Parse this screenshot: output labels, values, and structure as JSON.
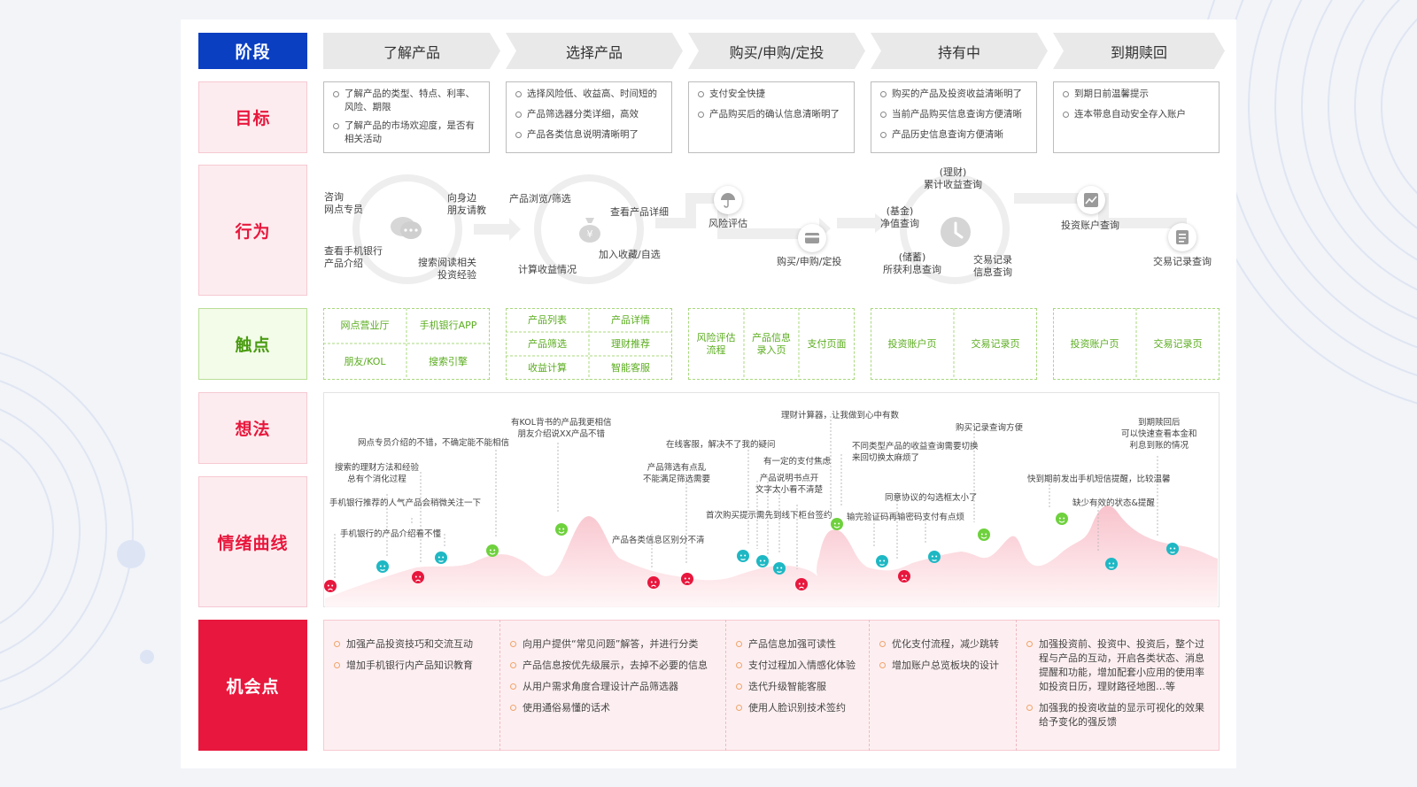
{
  "labels": {
    "stage": "阶段",
    "goal": "目标",
    "behavior": "行为",
    "touch": "触点",
    "thought": "想法",
    "emotion": "情绪曲线",
    "opportunity": "机会点"
  },
  "stages": [
    "了解产品",
    "选择产品",
    "购买/申购/定投",
    "持有中",
    "到期赎回"
  ],
  "goals": [
    [
      "了解产品的类型、特点、利率、风险、期限",
      "了解产品的市场欢迎度，是否有相关活动"
    ],
    [
      "选择风险低、收益高、时间短的",
      "产品筛选器分类详细，高效",
      "产品各类信息说明清晰明了"
    ],
    [
      "支付安全快捷",
      "产品购买后的确认信息清晰明了"
    ],
    [
      "购买的产品及投资收益清晰明了",
      "当前产品购买信息查询方便清晰",
      "产品历史信息查询方便清晰"
    ],
    [
      "到期日前温馨提示",
      "连本带息自动安全存入账户"
    ]
  ],
  "behaviors": {
    "b1": "咨询\n网点专员",
    "b2": "向身边\n朋友请教",
    "b3": "查看手机银行\n产品介绍",
    "b4": "搜索阅读相关\n投资经验",
    "b5": "产品浏览/筛选",
    "b6": "查看产品详细",
    "b7": "加入收藏/自选",
    "b8": "计算收益情况",
    "b9": "风险评估",
    "b10": "购买/申购/定投",
    "b11": "(理财)\n累计收益查询",
    "b12": "(基金)\n净值查询",
    "b13": "(储蓄)\n所获利息查询",
    "b14": "交易记录\n信息查询",
    "b15": "投资账户查询",
    "b16": "交易记录查询"
  },
  "touchpoints": {
    "t1": "网点营业厅",
    "t2": "手机银行APP",
    "t3": "朋友/KOL",
    "t4": "搜索引擎",
    "t5": "产品列表",
    "t6": "产品详情",
    "t7": "产品筛选",
    "t8": "理财推荐",
    "t9": "收益计算",
    "t10": "智能客服",
    "t11": "风险评估\n流程",
    "t12": "产品信息\n录入页",
    "t13": "支付页面",
    "t14": "投资账户页",
    "t15": "交易记录页",
    "t16": "投资账户页",
    "t17": "交易记录页"
  },
  "thoughts": {
    "h1": "网点专员介绍的不错，不确定能不能相信",
    "h2": "搜索的理财方法和经验\n总有个消化过程",
    "h3": "手机银行推荐的人气产品会稍微关注一下",
    "h4": "手机银行的产品介绍看不懂",
    "h5": "有KOL背书的产品我更相信\n朋友介绍说XX产品不错",
    "h6": "产品各类信息区别分不清",
    "h7": "产品筛选有点乱\n不能满足筛选需要",
    "h8": "在线客服，解决不了我的疑问",
    "h9": "有一定的支付焦虑",
    "h10": "产品说明书点开\n文字太小看不清楚",
    "h11": "首次购买提示需先到线下柜台签约",
    "h12": "理财计算器，让我做到心中有数",
    "h13": "不同类型产品的收益查询需要切换\n来回切换太麻烦了",
    "h14": "同意协议的勾选框太小了",
    "h15": "输完验证码再输密码支付有点烦",
    "h16": "购买记录查询方便",
    "h17": "到期赎回后\n可以快速查看本金和\n利息到账的情况",
    "h18": "快到期前发出手机短信提醒，比较温馨",
    "h19": "缺少有效的状态&提醒"
  },
  "opportunities": [
    [
      "加强产品投资技巧和交流互动",
      "增加手机银行内产品知识教育"
    ],
    [
      "向用户提供“常见问题”解答，并进行分类",
      "产品信息按优先级展示，去掉不必要的信息",
      "从用户需求角度合理设计产品筛选器",
      "使用通俗易懂的话术"
    ],
    [
      "产品信息加强可读性",
      "支付过程加入情感化体验",
      "迭代升级智能客服",
      "使用人脸识别技术签约"
    ],
    [
      "优化支付流程，减少跳转",
      "增加账户总览板块的设计"
    ],
    [
      "加强投资前、投资中、投资后，整个过程与产品的互动，开启各类状态、消息提醒和功能，增加配套小应用的使用率如投资日历，理财路径地图…等",
      "加强我的投资收益的显示可视化的效果给予变化的强反馈"
    ]
  ],
  "colors": {
    "blue": "#0a3fc2",
    "red": "#e8173d",
    "green": "#5aac1e",
    "happy": "#6ed13d",
    "neutral": "#1eb8c4",
    "sad": "#e8173d"
  }
}
